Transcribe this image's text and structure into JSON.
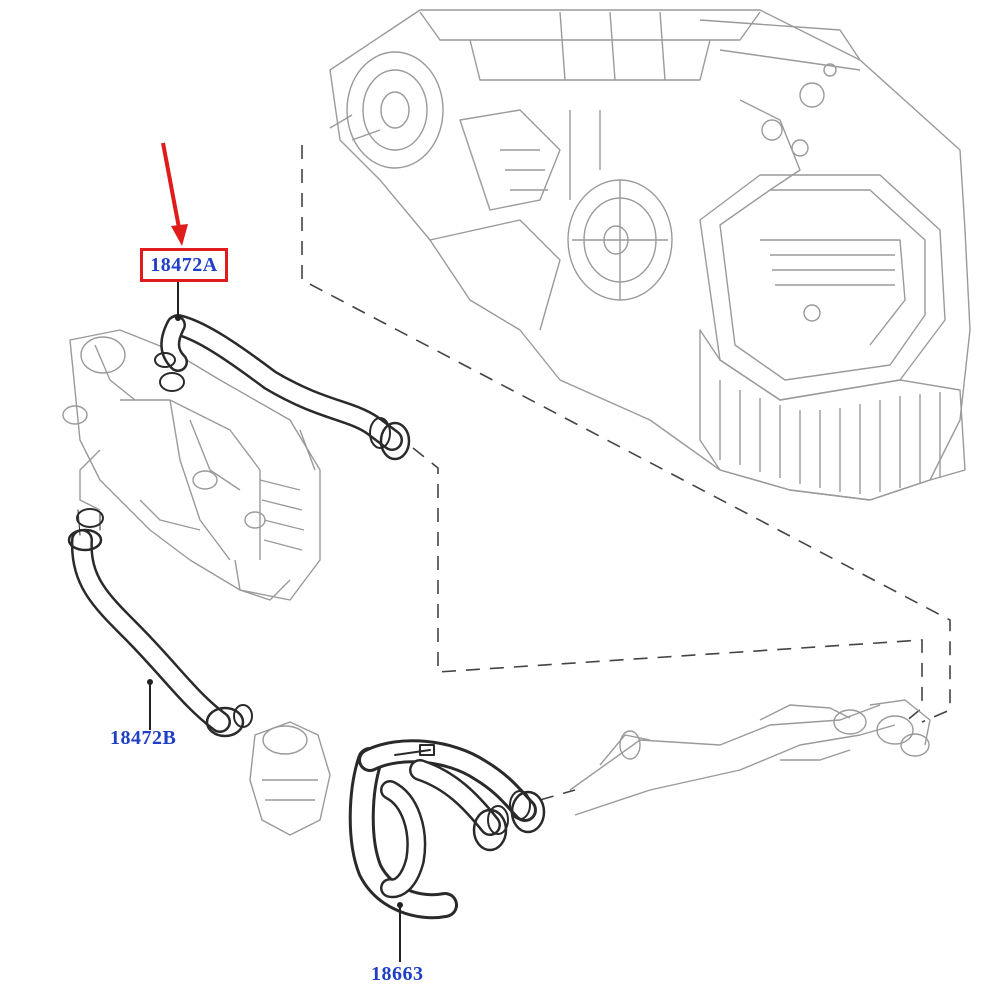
{
  "parts": {
    "hose_upper": {
      "part_number": "18472A",
      "highlighted": true
    },
    "hose_lower": {
      "part_number": "18472B",
      "highlighted": false
    },
    "hose_manifold": {
      "part_number": "18663",
      "highlighted": false
    }
  },
  "colors": {
    "label_text": "#1f3fc4",
    "highlight_box": "#e01b1b",
    "pointer_arrow": "#e01b1b",
    "line_art": "#333333",
    "faded_art": "#9a9a9a"
  },
  "icons": {
    "pointer": "red-down-arrow-icon"
  }
}
